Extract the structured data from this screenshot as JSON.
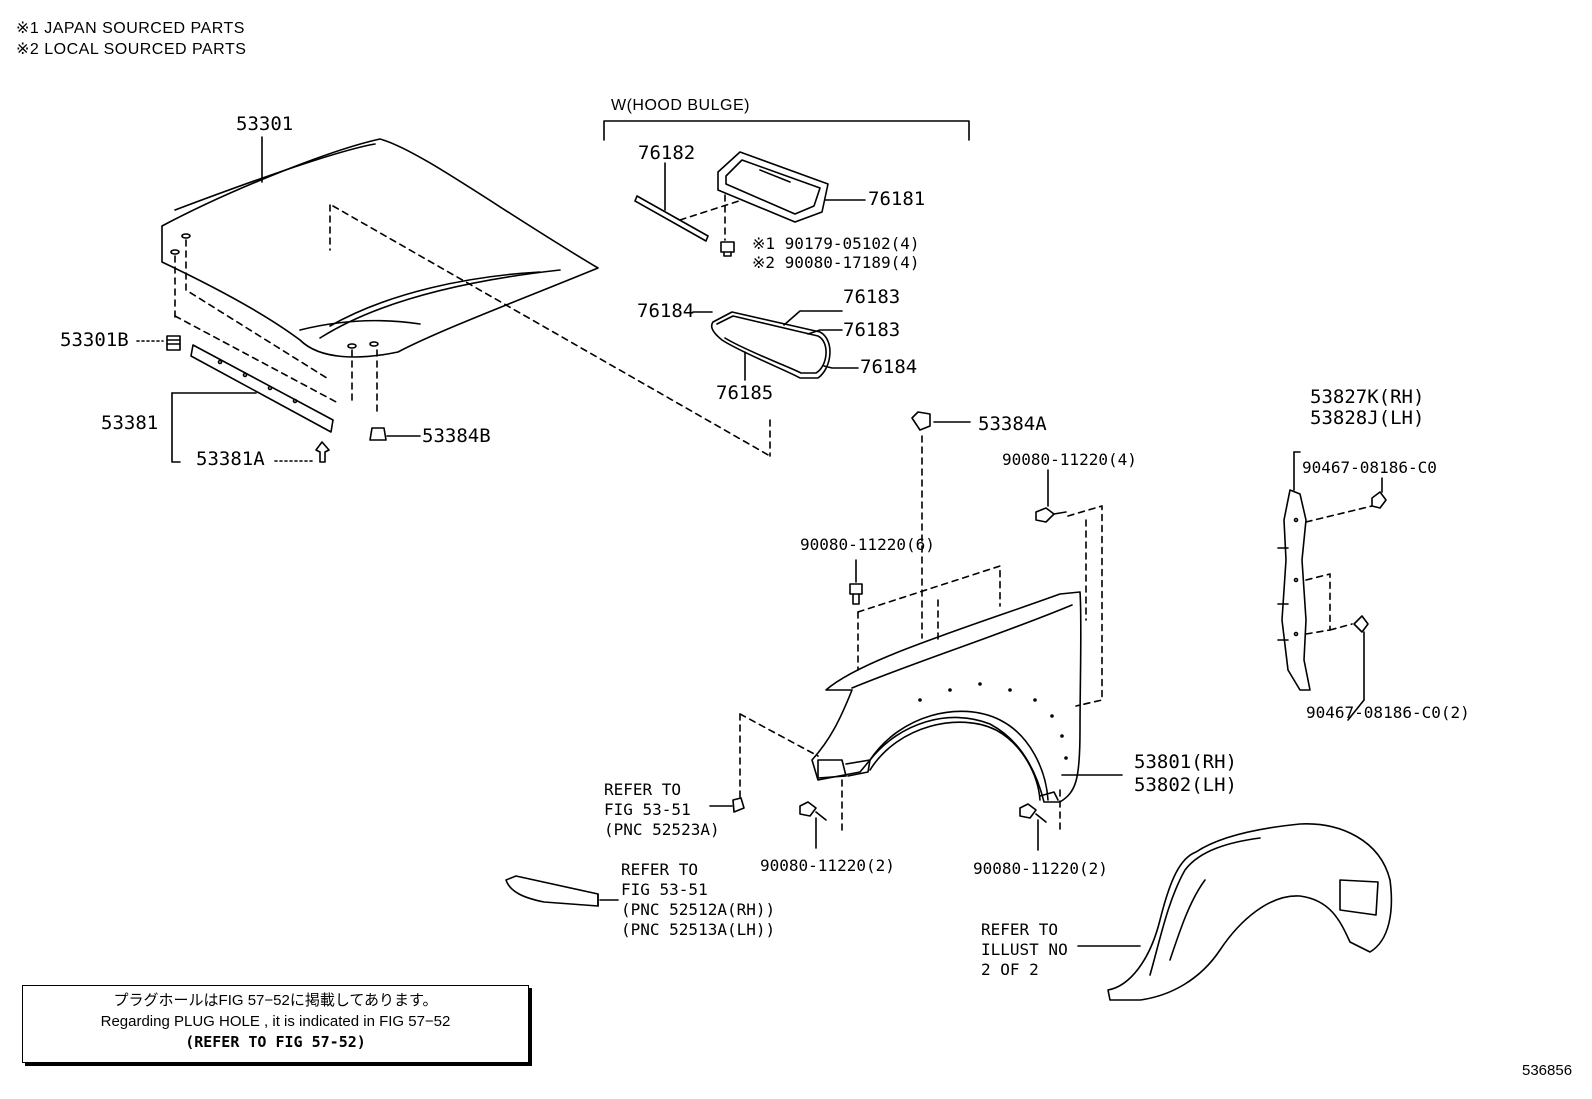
{
  "header": {
    "note1": "※1 JAPAN SOURCED PARTS",
    "note2": "※2 LOCAL SOURCED PARTS"
  },
  "hood_bulge_label": "W(HOOD BULGE)",
  "parts": {
    "p53301": "53301",
    "p53301B": "53301B",
    "p53381": "53381",
    "p53381A": "53381A",
    "p53384B": "53384B",
    "p76182": "76182",
    "p76181": "76181",
    "p90179": "※1 90179-05102(4)",
    "p90080_17189": "※2 90080-17189(4)",
    "p76184a": "76184",
    "p76183a": "76183",
    "p76183b": "76183",
    "p76184b": "76184",
    "p76185": "76185",
    "p53384A": "53384A",
    "p90080_4": "90080-11220(4)",
    "p90080_6": "90080-11220(6)",
    "p90080_2a": "90080-11220(2)",
    "p90080_2b": "90080-11220(2)",
    "p53801": "53801(RH)",
    "p53802": "53802(LH)",
    "p53827": "53827K(RH)",
    "p53828": "53828J(LH)",
    "p90467a": "90467-08186-C0",
    "p90467b": "90467-08186-C0(2)"
  },
  "refs": {
    "ref1": "REFER TO\nFIG 53-51\n(PNC 52523A)",
    "ref2": "REFER TO\nFIG 53-51\n(PNC 52512A(RH))\n(PNC 52513A(LH))",
    "ref3": "REFER TO\nILLUST NO\n2 OF 2"
  },
  "note_box": {
    "line_jp": "プラグホールはFIG 57−52に掲載してあります。",
    "line_en": "Regarding  PLUG  HOLE , it is indicated in FIG  57−52",
    "line_ref": "(REFER TO FIG 57-52)"
  },
  "diagram_id": "536856"
}
